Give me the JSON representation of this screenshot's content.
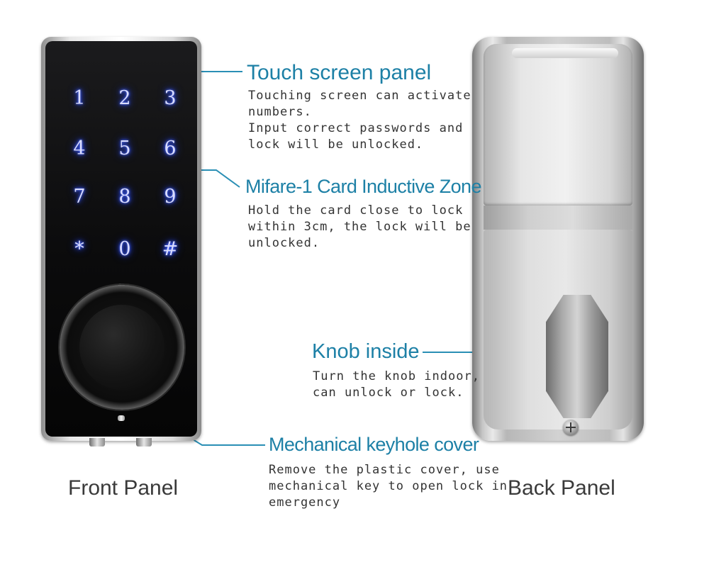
{
  "callouts": {
    "touch_screen": {
      "title": "Touch screen panel",
      "desc": [
        "Touching screen can activate",
        "numbers.",
        "Input correct passwords and",
        "lock will be unlocked."
      ]
    },
    "card_zone": {
      "title": "Mifare-1 Card Inductive Zone",
      "desc": [
        "Hold the card close to lock",
        "within 3cm, the lock will be",
        "unlocked."
      ]
    },
    "knob_inside": {
      "title": "Knob inside",
      "desc": [
        "Turn the knob indoor,",
        "can unlock or lock."
      ]
    },
    "keyhole_cover": {
      "title": "Mechanical keyhole cover",
      "desc": [
        "Remove the plastic cover, use",
        "mechanical key to open lock in",
        "emergency"
      ]
    }
  },
  "panels": {
    "front_label": "Front Panel",
    "back_label": "Back Panel"
  },
  "keypad": [
    "1",
    "2",
    "3",
    "4",
    "5",
    "6",
    "7",
    "8",
    "9",
    "*",
    "0",
    "#"
  ],
  "colors": {
    "callout_title": "#1d80a6",
    "leader_line": "#2a8fb5",
    "keypad_glow": "#3153ff"
  }
}
